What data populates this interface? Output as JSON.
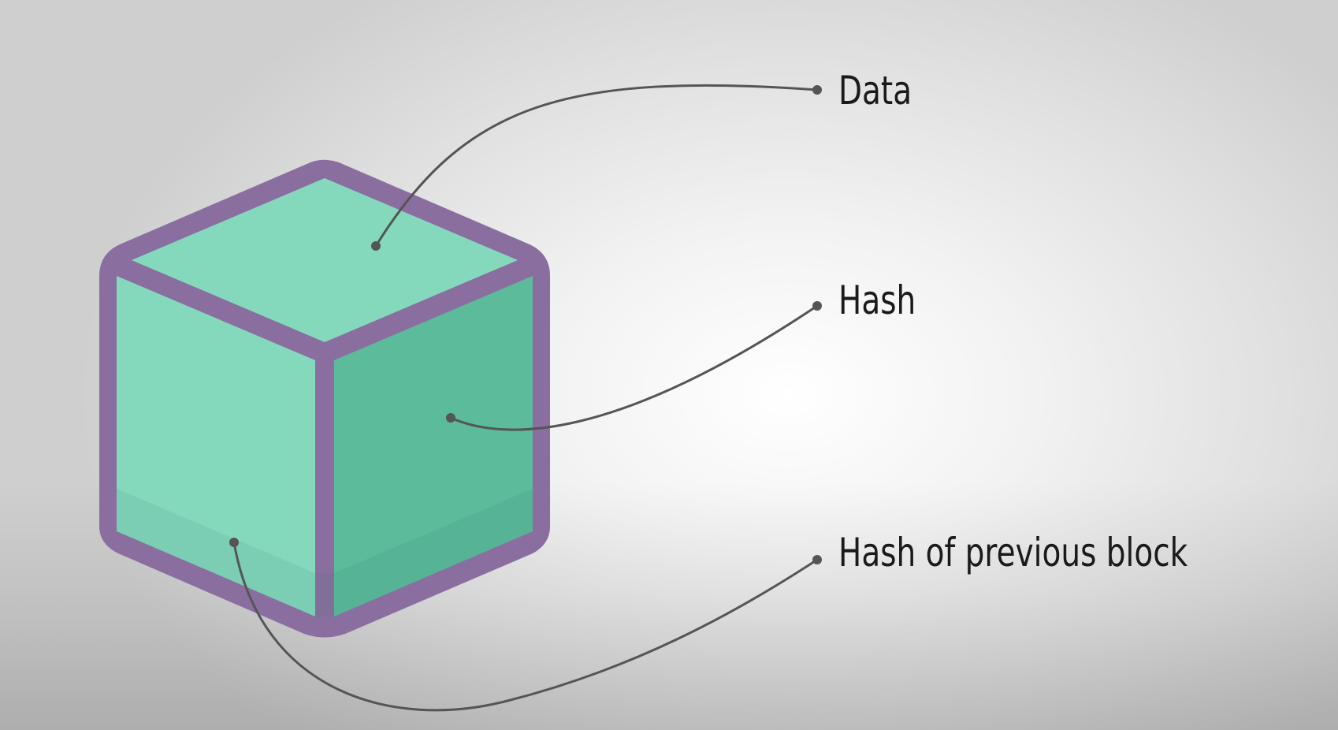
{
  "diagram": {
    "labels": {
      "data": "Data",
      "hash": "Hash",
      "previous_hash": "Hash of previous block"
    },
    "colors": {
      "cube_outline": "#8a6ea0",
      "cube_top": "#84d9bd",
      "cube_left": "#84d9bd",
      "cube_right": "#5cbb9b",
      "connector": "#555555",
      "text": "#1a1a1a"
    },
    "icon": "cube-block-icon"
  }
}
